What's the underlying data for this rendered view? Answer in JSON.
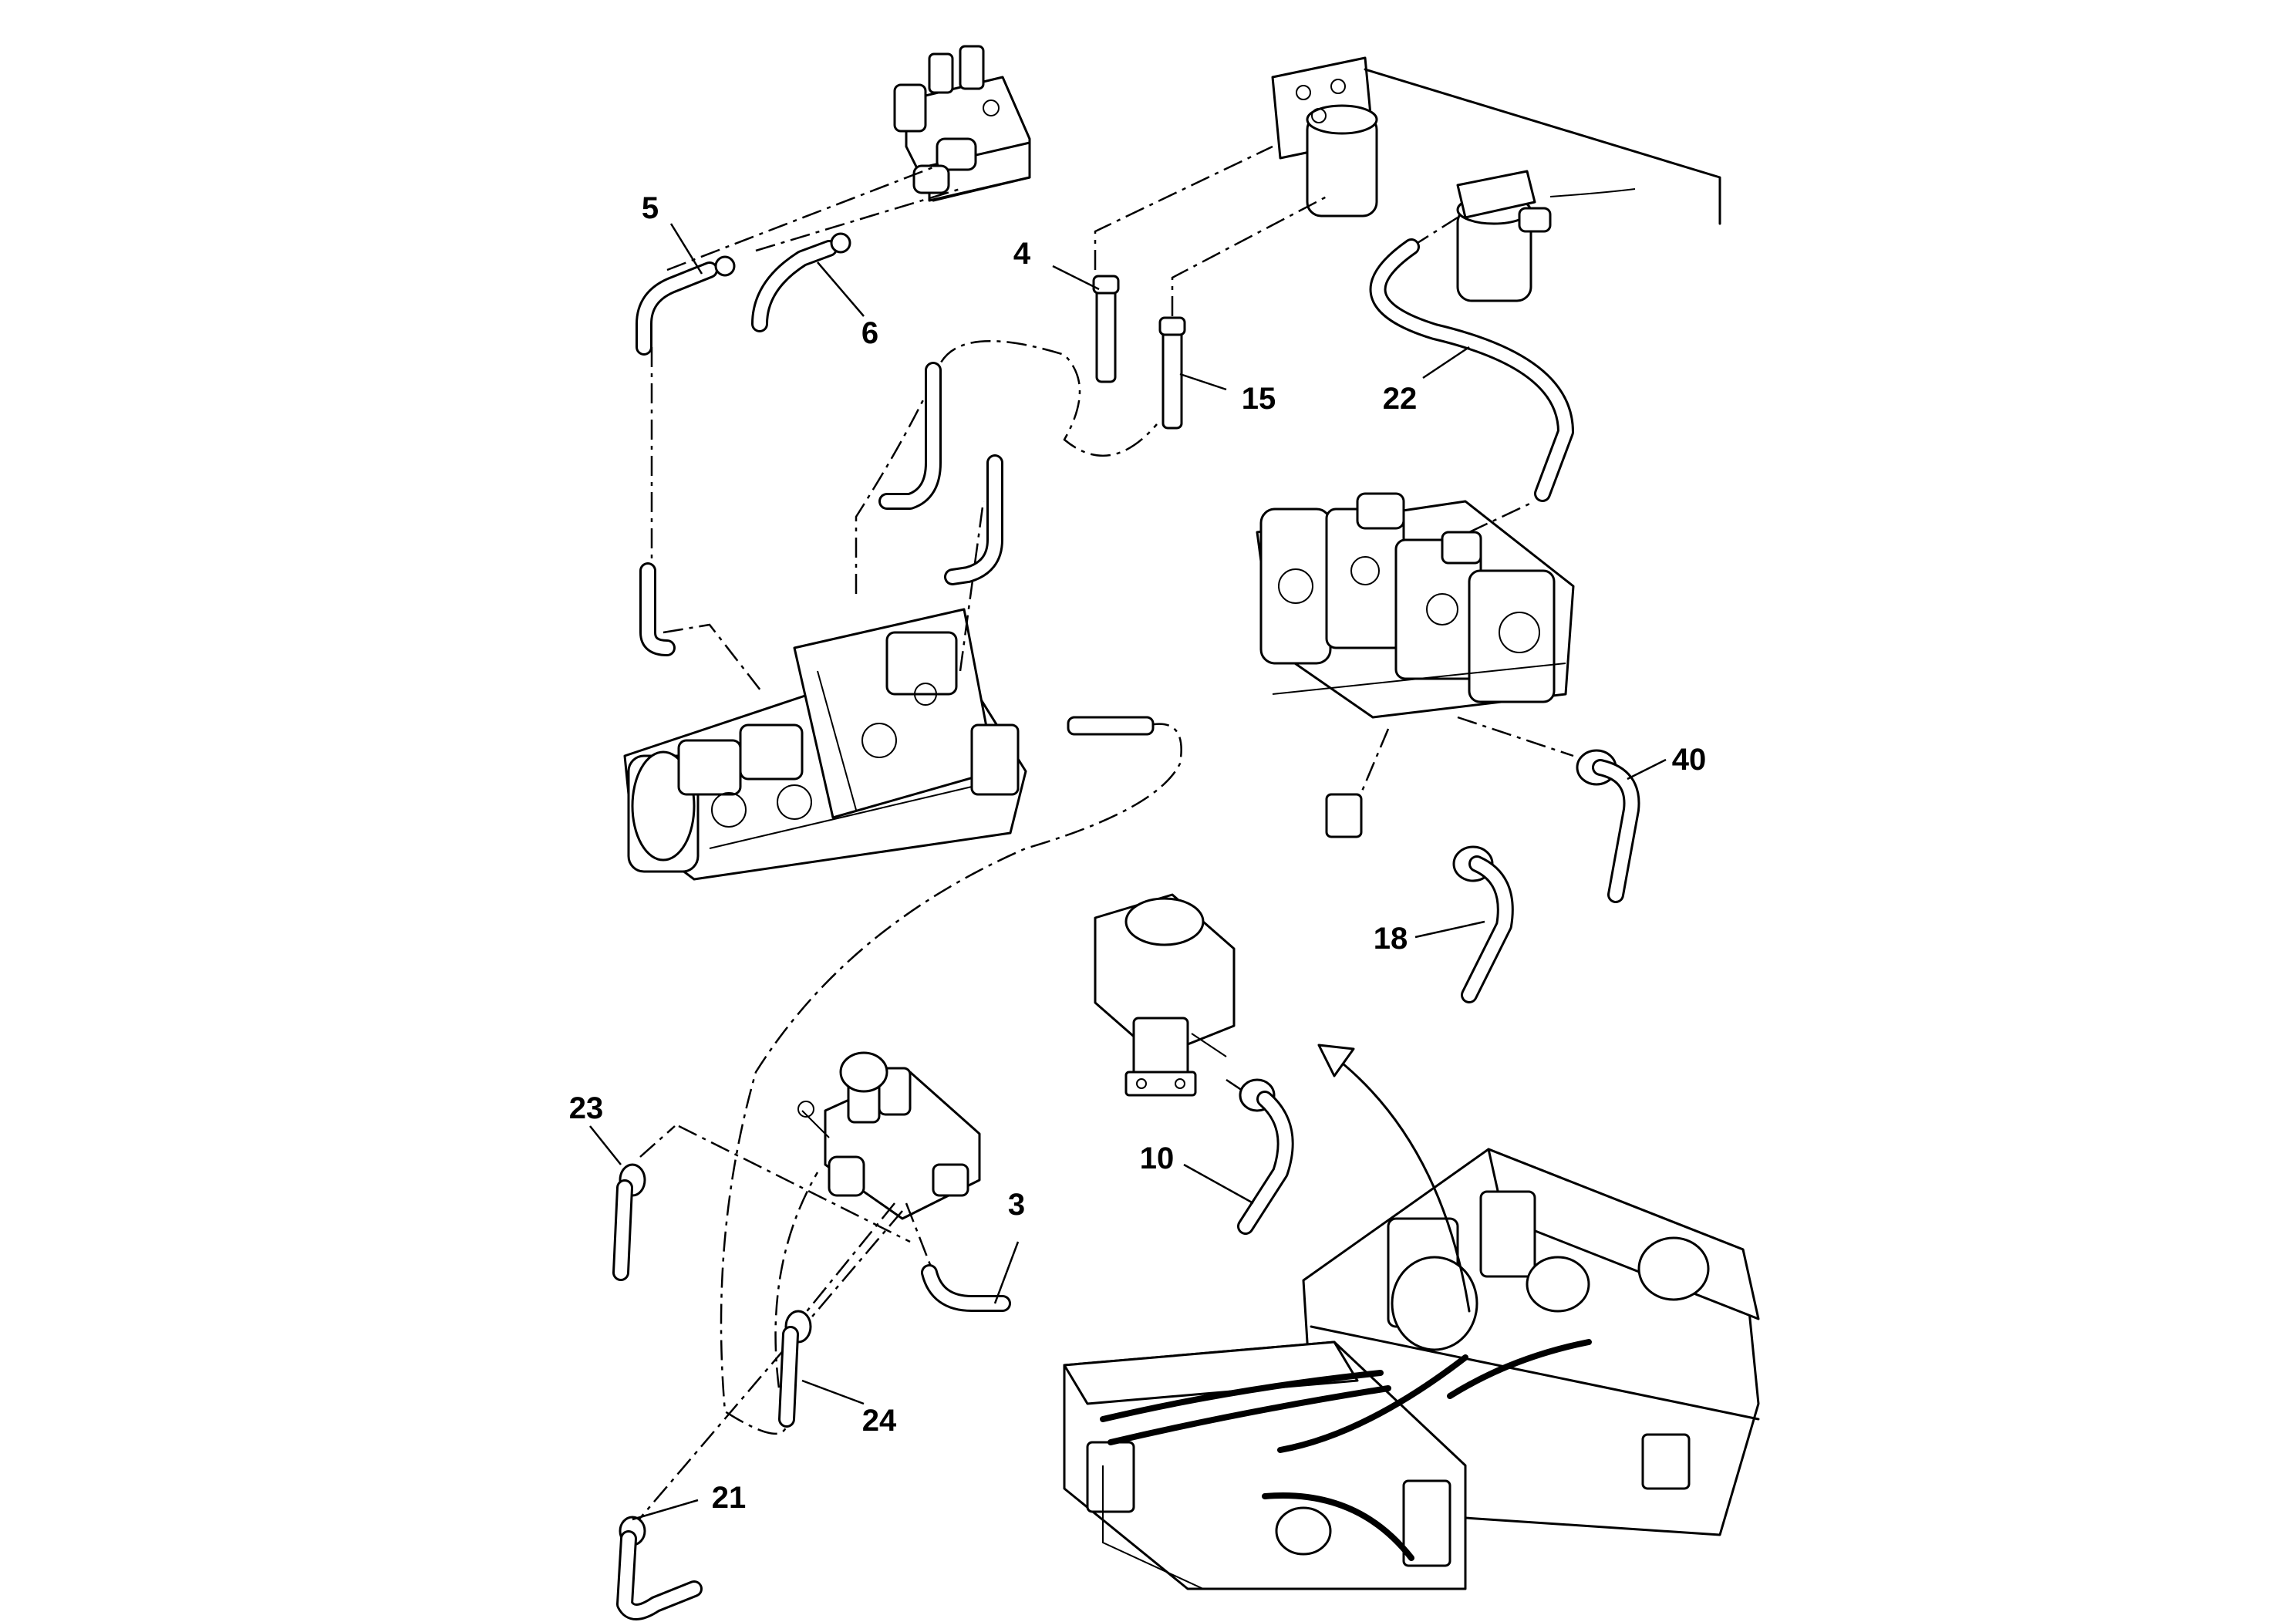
{
  "diagram": {
    "callouts": {
      "c5": "5",
      "c6": "6",
      "c4": "4",
      "c15": "15",
      "c22": "22",
      "c40": "40",
      "c18": "18",
      "c10": "10",
      "c3": "3",
      "c23": "23",
      "c24": "24",
      "c21": "21"
    }
  }
}
